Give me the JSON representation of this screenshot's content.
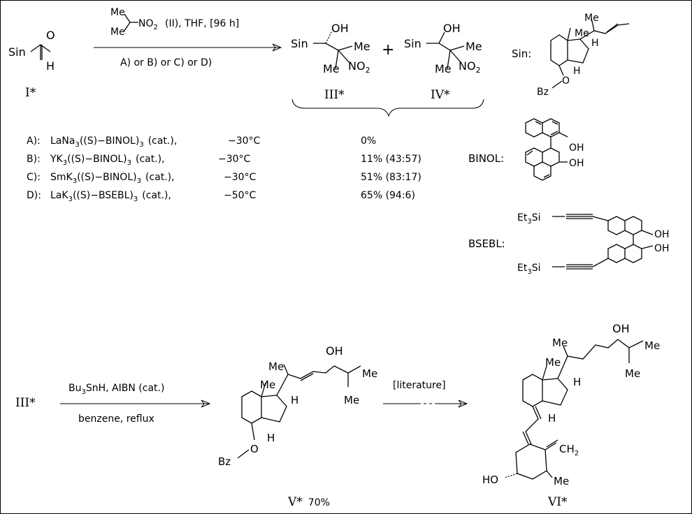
{
  "compounds": {
    "I": "I*",
    "III": "III*",
    "IV": "IV*",
    "III_start": "III*",
    "V": "V*",
    "V_yield": "70%",
    "VI": "VI*"
  },
  "reagents": {
    "reagent_me": "Me",
    "reagent_no2": "NO",
    "reagent_no2_sub": "2",
    "reagent_rest": "(II), THF, [96 h]",
    "conditions_list": "A)  or B)  or C)  or D)",
    "bu": "Bu",
    "bu_sub": "3",
    "snh_rest": "SnH, AIBN (cat.)",
    "solvent": "benzene, reflux",
    "literature": "[literature]"
  },
  "labels": {
    "sin": "Sin",
    "sin_def": "Sin:",
    "binol": "BINOL:",
    "bsebl": "BSEBL:",
    "plus": "+",
    "oh": "OH",
    "me": "Me",
    "h": "H",
    "o": "O",
    "bz": "Bz",
    "ch2": "CH",
    "ch2_sub": "2",
    "ho": "HO",
    "et": "Et",
    "et_sub": "3",
    "si": "Si",
    "no2": "NO",
    "no2_sub": "2"
  },
  "conditions": [
    {
      "label": "A):",
      "cat_pre": "LaNa",
      "cat_sub": "3",
      "cat_mid": "((S)−BINOL)",
      "cat_sub2": "3",
      "cat_post": "(cat.),",
      "temp": "−30°C",
      "result": "0%"
    },
    {
      "label": "B):",
      "cat_pre": "YK",
      "cat_sub": "3",
      "cat_mid": "((S)−BINOL)",
      "cat_sub2": "3",
      "cat_post": "(cat.),",
      "temp": "−30°C",
      "result": "11% (43:57)"
    },
    {
      "label": "C):",
      "cat_pre": "SmK",
      "cat_sub": "3",
      "cat_mid": "((S)−BINOL)",
      "cat_sub2": "3",
      "cat_post": "(cat.),",
      "temp": "−30°C",
      "result": "51% (83:17)"
    },
    {
      "label": "D):",
      "cat_pre": "LaK",
      "cat_sub": "3",
      "cat_mid": "((S)−BSEBL)",
      "cat_sub2": "3",
      "cat_post": "(cat.),",
      "temp": "−50°C",
      "result": "65% (94:6)"
    }
  ]
}
